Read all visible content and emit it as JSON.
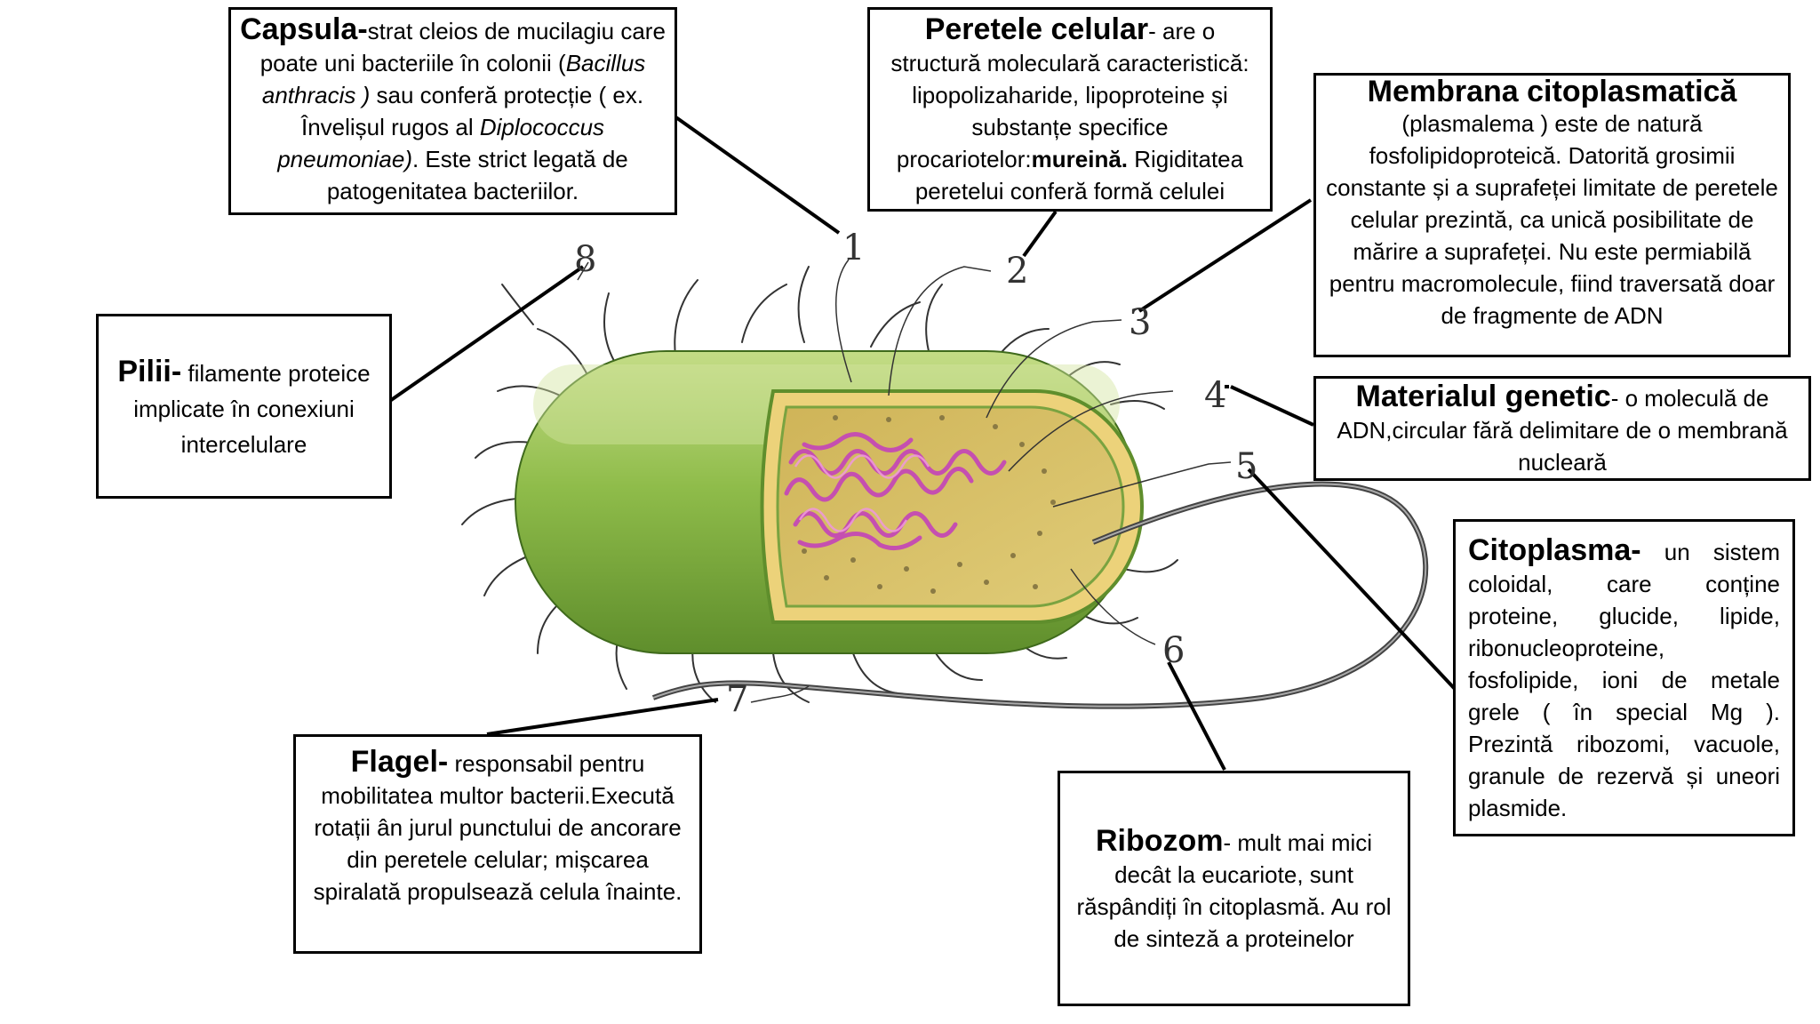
{
  "labels": {
    "capsula": {
      "number": "1",
      "title": "Capsula-",
      "text_a": "strat cleios de mucilagiu care poate uni bacteriile în colonii (",
      "italic_a": "Bacillus anthracis )",
      "text_b": " sau conferă protecție ( ex. Învelișul rugos al ",
      "italic_b": "Diplococcus pneumoniae)",
      "text_c": ". Este strict legată de patogenitatea bacteriilor."
    },
    "perete": {
      "number": "2",
      "title": "Peretele celular",
      "text_a": "- are o structură moleculară caracteristică: lipopolizaharide, lipoproteine și substanțe specifice procariotelor:",
      "bold": "mureină.",
      "text_b": " Rigiditatea peretelui conferă formă celulei"
    },
    "membrana": {
      "number": "3",
      "title": "Membrana citoplasmatică",
      "text": "(plasmalema ) este de natură fosfolipidoproteică. Datorită grosimii constante și a suprafeței limitate de peretele celular prezintă, ca unică posibilitate de mărire a suprafeței. Nu este permiabilă pentru macromolecule, fiind traversată doar de fragmente de ADN"
    },
    "material": {
      "number": "4",
      "title": "Materialul genetic",
      "text": "- o moleculă de ADN,circular fără delimitare de o membrană nucleară"
    },
    "citoplasma": {
      "number": "5",
      "title": "Citoplasma-",
      "text": " un sistem coloidal, care conține proteine, glucide, lipide, ribonucleoproteine, fosfolipide, ioni de metale grele ( în special Mg ). Prezintă ribozomi, vacuole, granule de rezervă și uneori plasmide."
    },
    "ribozom": {
      "number": "6",
      "title": "Ribozom",
      "text": "- mult mai mici decât la eucariote, sunt răspândiți în citoplasmă. Au rol de sinteză a proteinelor"
    },
    "flagel": {
      "number": "7",
      "title": "Flagel-",
      "text": " responsabil pentru mobilitatea multor bacterii.Execută rotații ân jurul punctului de ancorare din peretele celular; mișcarea spiralată propulsează celula înainte."
    },
    "pili": {
      "number": "8",
      "title": "Pilii-",
      "text": " filamente proteice implicate în conexiuni intercelulare"
    }
  },
  "colors": {
    "cell_outer": "#8fbc4a",
    "cell_light": "#c4dc86",
    "cell_wall": "#ecd27a",
    "cytoplasm": "#d9c266",
    "dna": "#c54fb0"
  }
}
